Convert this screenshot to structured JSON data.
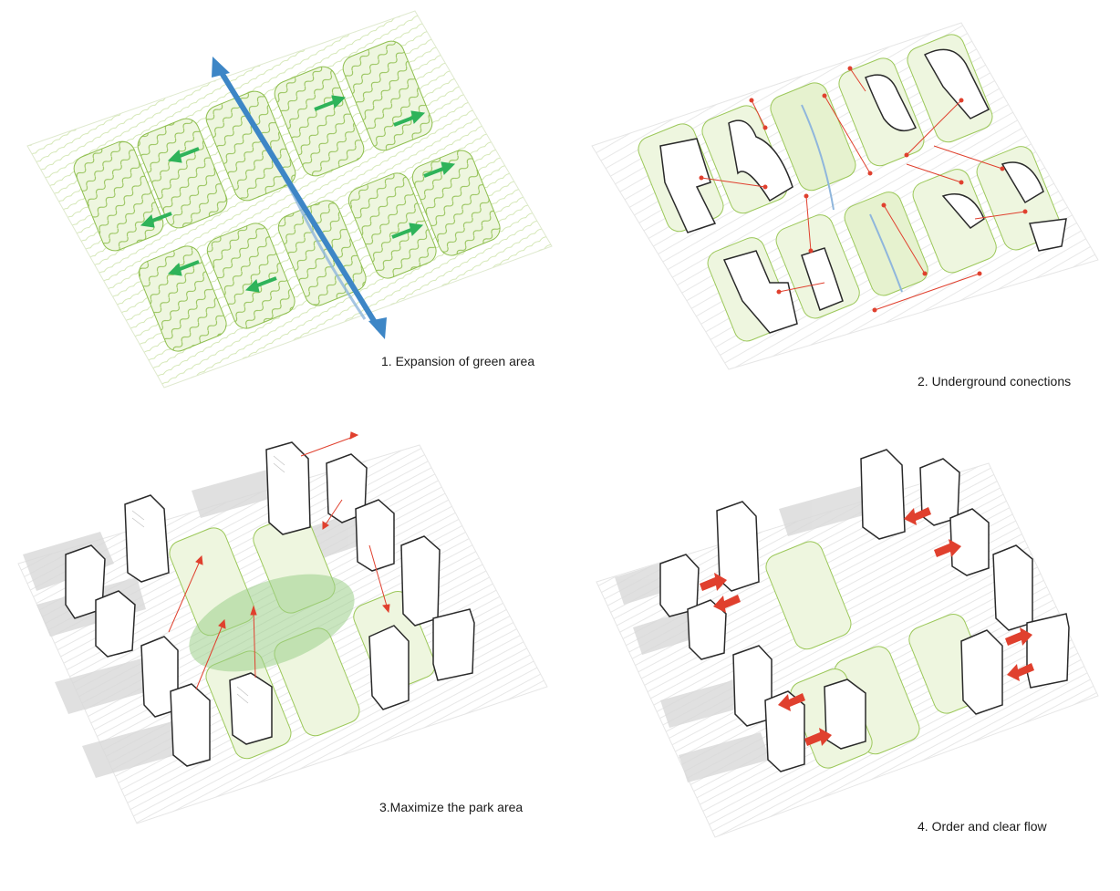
{
  "panels": [
    {
      "caption": "1. Expansion of green area"
    },
    {
      "caption": "2. Underground conections"
    },
    {
      "caption": "3.Maximize the park area"
    },
    {
      "caption": "4. Order and clear flow"
    }
  ],
  "colors": {
    "green_contour": "#9cc85a",
    "green_fill": "#e6f2cf",
    "water": "#8fb6dc",
    "blue_arrow": "#3d86c6",
    "green_arrow": "#2fb35a",
    "red_arrow": "#e0402e",
    "building_stroke": "#2a2a2a",
    "shadow": "#d9d9d9"
  }
}
